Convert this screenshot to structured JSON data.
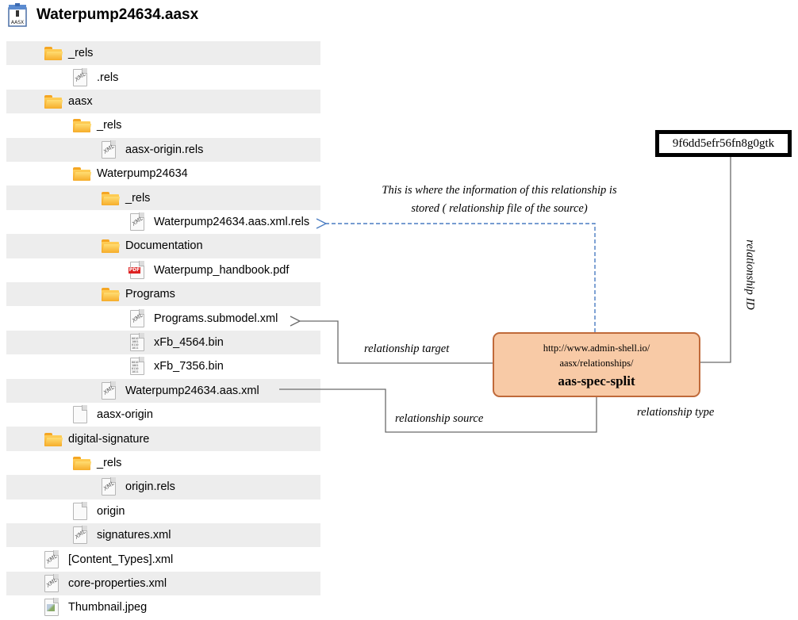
{
  "package_title": "Waterpump24634.aasx",
  "package_icon_text": "AASX",
  "tree": [
    {
      "label": "_rels",
      "icon": "folder-icon",
      "indent": 1
    },
    {
      "label": ".rels",
      "icon": "xml-file-icon",
      "indent": 2
    },
    {
      "label": "aasx",
      "icon": "folder-icon",
      "indent": 1
    },
    {
      "label": "_rels",
      "icon": "folder-icon",
      "indent": 2
    },
    {
      "label": "aasx-origin.rels",
      "icon": "xml-file-icon",
      "indent": 3
    },
    {
      "label": "Waterpump24634",
      "icon": "folder-icon",
      "indent": 2
    },
    {
      "label": "_rels",
      "icon": "folder-icon",
      "indent": 3
    },
    {
      "label": "Waterpump24634.aas.xml.rels",
      "icon": "xml-file-icon",
      "indent": 4
    },
    {
      "label": "Documentation",
      "icon": "folder-icon",
      "indent": 3
    },
    {
      "label": "Waterpump_handbook.pdf",
      "icon": "pdf-file-icon",
      "indent": 4
    },
    {
      "label": "Programs",
      "icon": "folder-icon",
      "indent": 3
    },
    {
      "label": "Programs.submodel.xml",
      "icon": "xml-file-icon",
      "indent": 4
    },
    {
      "label": "xFb_4564.bin",
      "icon": "binary-file-icon",
      "indent": 4
    },
    {
      "label": "xFb_7356.bin",
      "icon": "binary-file-icon",
      "indent": 4
    },
    {
      "label": "Waterpump24634.aas.xml",
      "icon": "xml-file-icon",
      "indent": 3
    },
    {
      "label": "aasx-origin",
      "icon": "blank-file-icon",
      "indent": 2
    },
    {
      "label": "digital-signature",
      "icon": "folder-icon",
      "indent": 1
    },
    {
      "label": "_rels",
      "icon": "folder-icon",
      "indent": 2
    },
    {
      "label": "origin.rels",
      "icon": "xml-file-icon",
      "indent": 3
    },
    {
      "label": "origin",
      "icon": "blank-file-icon",
      "indent": 2
    },
    {
      "label": "signatures.xml",
      "icon": "xml-file-icon",
      "indent": 2
    },
    {
      "label": "[Content_Types].xml",
      "icon": "xml-file-icon",
      "indent": 1
    },
    {
      "label": "core-properties.xml",
      "icon": "xml-file-icon",
      "indent": 1
    },
    {
      "label": "Thumbnail.jpeg",
      "icon": "image-file-icon",
      "indent": 1
    }
  ],
  "relationship": {
    "id": "9f6dd5efr56fn8g0gtk",
    "url_line1": "http://www.admin-shell.io/",
    "url_line2": "aasx/relationships/",
    "type_name": "aas-spec-split"
  },
  "annotations": {
    "storage_note_line1": "This is where the information of this relationship is",
    "storage_note_line2": "stored ( relationship file of the source)",
    "target_label": "relationship target",
    "source_label": "relationship source",
    "type_label": "relationship type",
    "id_label": "relationship ID"
  },
  "colors": {
    "box_fill": "#f8caa6",
    "box_border": "#c06a3a",
    "dashed_arrow": "#4a7cc2",
    "connector": "#6b6b6b"
  }
}
